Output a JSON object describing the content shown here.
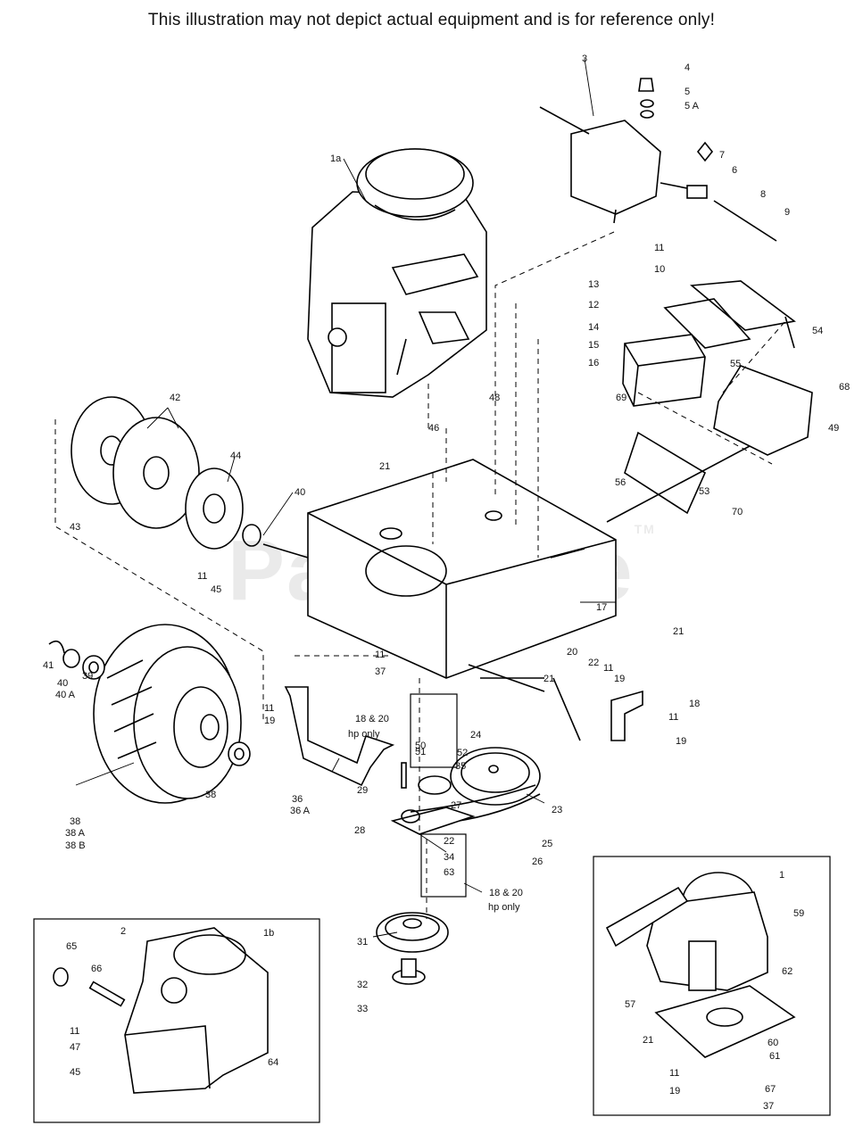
{
  "disclaimer": "This illustration may not depict actual equipment and is for reference only!",
  "watermark": "PartsTree",
  "watermark_mark": "TM",
  "callouts": {
    "p1": "1",
    "p1a": "1a",
    "p1b": "1b",
    "p2": "2",
    "p3": "3",
    "p4": "4",
    "p5": "5",
    "p5a": "5 A",
    "p6": "6",
    "p7": "7",
    "p8": "8",
    "p9": "9",
    "p10": "10",
    "p11": "11",
    "p12": "12",
    "p13": "13",
    "p14": "14",
    "p15": "15",
    "p16": "16",
    "p17": "17",
    "p18": "18",
    "p19": "19",
    "p20": "20",
    "p21": "21",
    "p22": "22",
    "p23": "23",
    "p24": "24",
    "p25": "25",
    "p26": "26",
    "p27": "27",
    "p28": "28",
    "p29": "29",
    "p31": "31",
    "p32": "32",
    "p33": "33",
    "p34": "34",
    "p35": "35",
    "p36": "36",
    "p36a": "36 A",
    "p37": "37",
    "p38": "38",
    "p38a": "38 A",
    "p38b": "38 B",
    "p39": "39",
    "p40": "40",
    "p40a": "40 A",
    "p41": "41",
    "p42": "42",
    "p43": "43",
    "p44": "44",
    "p45": "45",
    "p46": "46",
    "p47": "47",
    "p48": "48",
    "p49": "49",
    "p50": "50",
    "p51": "51",
    "p52": "52",
    "p53": "53",
    "p54": "54",
    "p55": "55",
    "p56": "56",
    "p57": "57",
    "p59": "59",
    "p60": "60",
    "p61": "61",
    "p62": "62",
    "p63": "63",
    "p64": "64",
    "p65": "65",
    "p66": "66",
    "p67": "67",
    "p68": "68",
    "p69": "69",
    "p70": "70"
  },
  "notes": {
    "hp_only_a_1": "18 & 20",
    "hp_only_a_2": "hp only",
    "hp_only_b_1": "18 & 20",
    "hp_only_b_2": "hp only"
  }
}
